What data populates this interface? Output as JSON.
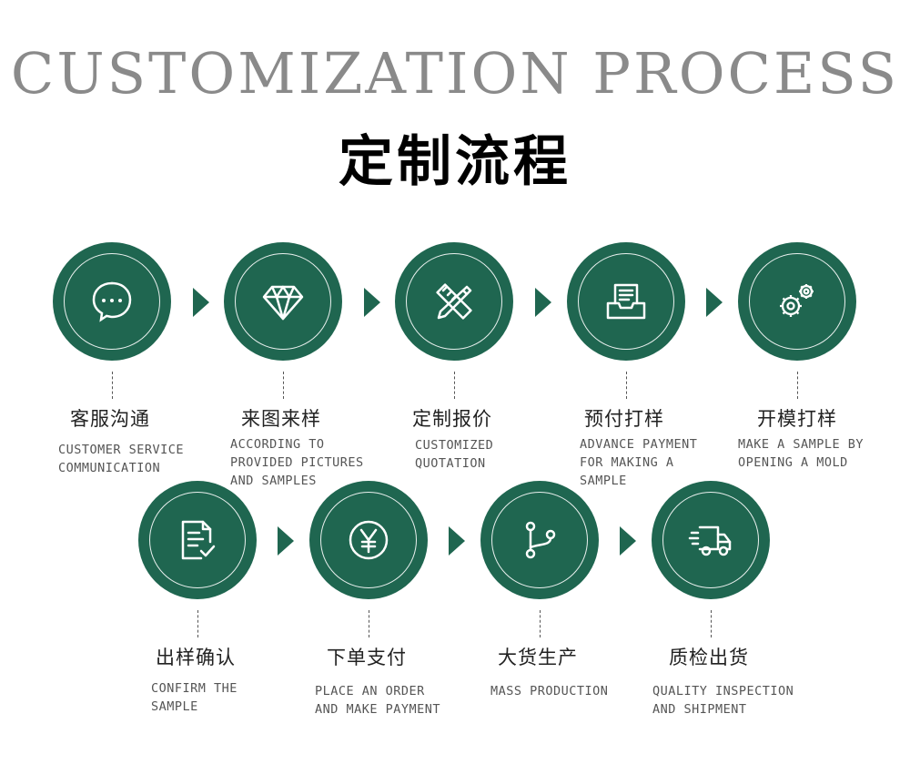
{
  "header": {
    "title_en": "CUSTOMIZATION PROCESS",
    "title_cn": "定制流程"
  },
  "colors": {
    "circle": "#1f6650",
    "arrow": "#1f6650"
  },
  "steps": [
    {
      "icon": "chat-bubble-icon",
      "cn": "客服沟通",
      "en": "CUSTOMER SERVICE\nCOMMUNICATION"
    },
    {
      "icon": "diamond-icon",
      "cn": "来图来样",
      "en": "ACCORDING TO\nPROVIDED PICTURES\nAND SAMPLES"
    },
    {
      "icon": "pencil-ruler-icon",
      "cn": "定制报价",
      "en": "CUSTOMIZED\nQUOTATION"
    },
    {
      "icon": "document-tray-icon",
      "cn": "预付打样",
      "en": "ADVANCE PAYMENT\nFOR MAKING A\nSAMPLE"
    },
    {
      "icon": "gears-icon",
      "cn": "开模打样",
      "en": "MAKE A SAMPLE BY\nOPENING A MOLD"
    },
    {
      "icon": "checklist-icon",
      "cn": "出样确认",
      "en": "CONFIRM THE\nSAMPLE"
    },
    {
      "icon": "yen-coin-icon",
      "cn": "下单支付",
      "en": "PLACE AN ORDER\nAND MAKE PAYMENT"
    },
    {
      "icon": "branch-icon",
      "cn": "大货生产",
      "en": "MASS PRODUCTION"
    },
    {
      "icon": "delivery-truck-icon",
      "cn": "质检出货",
      "en": "QUALITY INSPECTION\nAND SHIPMENT"
    }
  ]
}
